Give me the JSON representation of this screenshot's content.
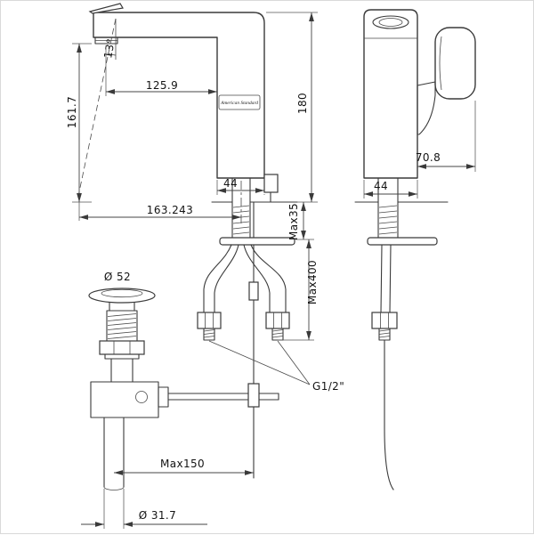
{
  "page": {
    "background": "#ffffff",
    "frame_border": "#d9d9d9",
    "line_color": "#3a3a3a"
  },
  "drawing": {
    "kind": "faucet-dimension-drawing",
    "views": {
      "front": {
        "logo": "American Standard",
        "dims": {
          "handle_angle": "13°",
          "spout_reach": "125.9",
          "outlet_height": "161.7",
          "overall_height": "180",
          "body_width": "44",
          "overall_reach": "163.243",
          "max_deck_thickness": "Max35",
          "hose_length": "Max400",
          "thread_size": "G1/2\""
        }
      },
      "side": {
        "dims": {
          "overall_depth": "70.8",
          "body_depth": "44"
        }
      },
      "drain": {
        "dims": {
          "flange_diameter": "Ø 52",
          "rod_travel": "Max150",
          "pipe_diameter": "Ø 31.7"
        }
      }
    }
  }
}
